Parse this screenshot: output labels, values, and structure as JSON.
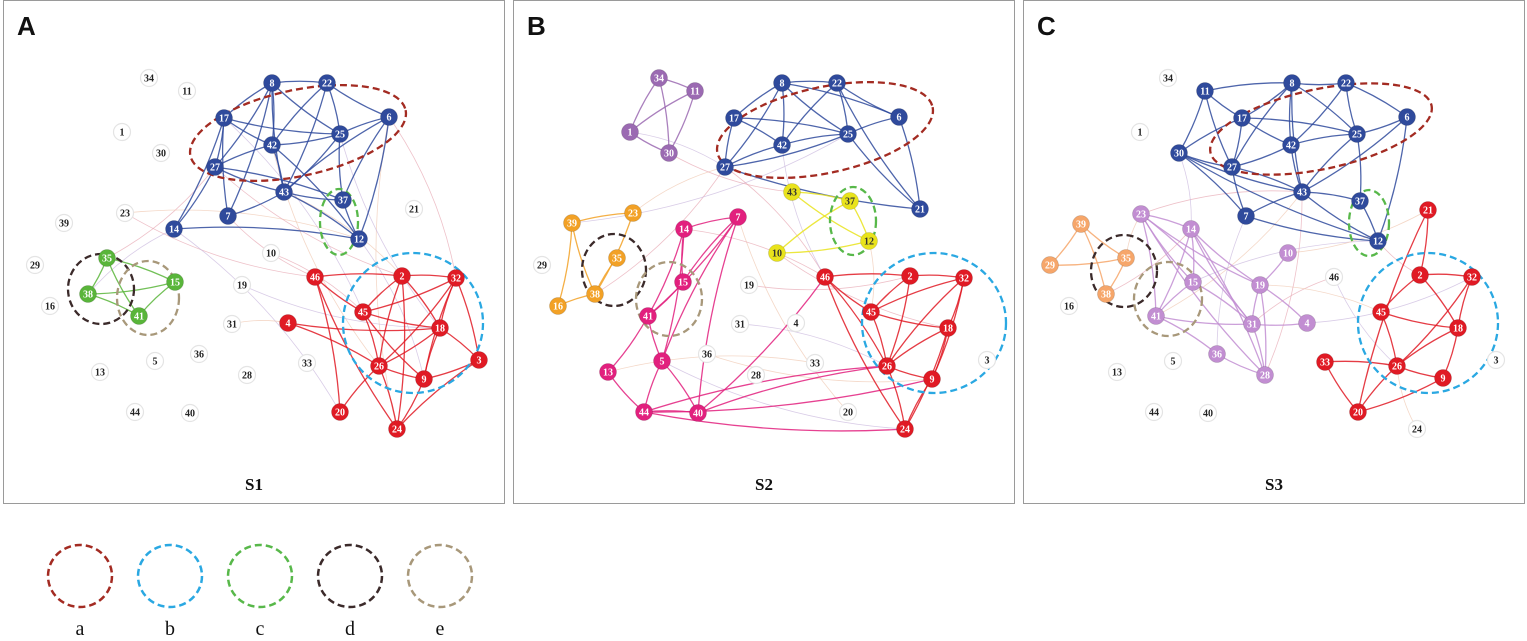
{
  "colors": {
    "blue": "#2f4a9c",
    "red": "#e01a24",
    "green": "#59b53a",
    "purple": "#9b6ab2",
    "orange": "#f2a126",
    "magenta": "#e2207e",
    "yellow": "#e9e31c",
    "lilac": "#c28ed2",
    "peach": "#f6a66a",
    "white": "#ffffff",
    "ring_a": "#a32b22",
    "ring_b": "#2aa8e2",
    "ring_c": "#58b84a",
    "ring_d": "#3b2a2a",
    "ring_e": "#a8987a"
  },
  "legend": [
    {
      "key": "a",
      "label": "a",
      "color": "#a32b22"
    },
    {
      "key": "b",
      "label": "b",
      "color": "#2aa8e2"
    },
    {
      "key": "c",
      "label": "c",
      "color": "#58b84a"
    },
    {
      "key": "d",
      "label": "d",
      "color": "#3b2a2a"
    },
    {
      "key": "e",
      "label": "e",
      "color": "#a8987a"
    }
  ],
  "panels": [
    {
      "id": "A",
      "letter": "A",
      "subtitle": "S1",
      "groups": {
        "blue": [
          "8",
          "22",
          "17",
          "42",
          "25",
          "6",
          "27",
          "43",
          "37",
          "14",
          "7",
          "12"
        ],
        "red": [
          "46",
          "2",
          "32",
          "4",
          "45",
          "18",
          "26",
          "9",
          "3",
          "20",
          "24"
        ],
        "green": [
          "35",
          "15",
          "38",
          "41"
        ]
      },
      "edges": {
        "blue": [
          [
            "8",
            "22"
          ],
          [
            "8",
            "17"
          ],
          [
            "8",
            "42"
          ],
          [
            "8",
            "25"
          ],
          [
            "8",
            "27"
          ],
          [
            "8",
            "43"
          ],
          [
            "8",
            "7"
          ],
          [
            "22",
            "42"
          ],
          [
            "22",
            "25"
          ],
          [
            "22",
            "6"
          ],
          [
            "22",
            "43"
          ],
          [
            "17",
            "42"
          ],
          [
            "17",
            "27"
          ],
          [
            "17",
            "7"
          ],
          [
            "17",
            "14"
          ],
          [
            "42",
            "25"
          ],
          [
            "42",
            "43"
          ],
          [
            "42",
            "27"
          ],
          [
            "25",
            "6"
          ],
          [
            "25",
            "37"
          ],
          [
            "25",
            "43"
          ],
          [
            "6",
            "43"
          ],
          [
            "6",
            "12"
          ],
          [
            "27",
            "43"
          ],
          [
            "27",
            "14"
          ],
          [
            "43",
            "37"
          ],
          [
            "43",
            "12"
          ],
          [
            "37",
            "12"
          ],
          [
            "14",
            "12"
          ],
          [
            "7",
            "43"
          ],
          [
            "27",
            "37"
          ],
          [
            "17",
            "25"
          ],
          [
            "42",
            "12"
          ],
          [
            "6",
            "37"
          ]
        ],
        "red": [
          [
            "46",
            "2"
          ],
          [
            "46",
            "45"
          ],
          [
            "46",
            "20"
          ],
          [
            "46",
            "24"
          ],
          [
            "2",
            "32"
          ],
          [
            "2",
            "45"
          ],
          [
            "2",
            "18"
          ],
          [
            "2",
            "26"
          ],
          [
            "32",
            "45"
          ],
          [
            "32",
            "18"
          ],
          [
            "32",
            "26"
          ],
          [
            "32",
            "9"
          ],
          [
            "32",
            "3"
          ],
          [
            "45",
            "18"
          ],
          [
            "45",
            "26"
          ],
          [
            "45",
            "9"
          ],
          [
            "18",
            "26"
          ],
          [
            "18",
            "9"
          ],
          [
            "18",
            "3"
          ],
          [
            "26",
            "9"
          ],
          [
            "26",
            "24"
          ],
          [
            "9",
            "3"
          ],
          [
            "9",
            "24"
          ],
          [
            "3",
            "24"
          ],
          [
            "4",
            "26"
          ],
          [
            "4",
            "18"
          ],
          [
            "20",
            "26"
          ],
          [
            "24",
            "2"
          ]
        ],
        "green": [
          [
            "35",
            "38"
          ],
          [
            "35",
            "41"
          ],
          [
            "35",
            "15"
          ],
          [
            "38",
            "15"
          ],
          [
            "38",
            "41"
          ],
          [
            "15",
            "41"
          ]
        ]
      },
      "rings": [
        {
          "key": "a",
          "color": "#a32b22"
        },
        {
          "key": "b",
          "color": "#2aa8e2"
        },
        {
          "key": "c",
          "color": "#58b84a"
        },
        {
          "key": "d",
          "color": "#3b2a2a"
        },
        {
          "key": "e",
          "color": "#a8987a"
        }
      ]
    },
    {
      "id": "B",
      "letter": "B",
      "subtitle": "S2",
      "groups": {
        "purple": [
          "34",
          "11",
          "1",
          "30"
        ],
        "blue": [
          "8",
          "22",
          "17",
          "42",
          "25",
          "6",
          "27",
          "21"
        ],
        "orange": [
          "39",
          "23",
          "35",
          "38",
          "16"
        ],
        "magenta": [
          "14",
          "7",
          "15",
          "41",
          "5",
          "13",
          "44",
          "40"
        ],
        "yellow": [
          "43",
          "37",
          "10",
          "12"
        ],
        "red": [
          "46",
          "2",
          "32",
          "45",
          "18",
          "26",
          "9",
          "24"
        ]
      },
      "edges": {
        "purple": [
          [
            "34",
            "11"
          ],
          [
            "34",
            "1"
          ],
          [
            "34",
            "30"
          ],
          [
            "11",
            "1"
          ],
          [
            "11",
            "30"
          ],
          [
            "1",
            "30"
          ]
        ],
        "blue": [
          [
            "8",
            "22"
          ],
          [
            "8",
            "17"
          ],
          [
            "8",
            "42"
          ],
          [
            "8",
            "25"
          ],
          [
            "8",
            "27"
          ],
          [
            "22",
            "42"
          ],
          [
            "22",
            "25"
          ],
          [
            "22",
            "6"
          ],
          [
            "17",
            "42"
          ],
          [
            "17",
            "27"
          ],
          [
            "42",
            "25"
          ],
          [
            "42",
            "27"
          ],
          [
            "25",
            "6"
          ],
          [
            "25",
            "21"
          ],
          [
            "6",
            "21"
          ],
          [
            "27",
            "25"
          ],
          [
            "8",
            "6"
          ],
          [
            "22",
            "21"
          ],
          [
            "17",
            "25"
          ],
          [
            "27",
            "21"
          ]
        ],
        "orange": [
          [
            "39",
            "23"
          ],
          [
            "39",
            "38"
          ],
          [
            "39",
            "16"
          ],
          [
            "35",
            "38"
          ],
          [
            "23",
            "38"
          ],
          [
            "38",
            "16"
          ]
        ],
        "magenta": [
          [
            "14",
            "7"
          ],
          [
            "14",
            "15"
          ],
          [
            "14",
            "41"
          ],
          [
            "7",
            "15"
          ],
          [
            "7",
            "41"
          ],
          [
            "7",
            "40"
          ],
          [
            "15",
            "41"
          ],
          [
            "41",
            "5"
          ],
          [
            "41",
            "13"
          ],
          [
            "5",
            "44"
          ],
          [
            "5",
            "40"
          ],
          [
            "13",
            "44"
          ],
          [
            "44",
            "40"
          ],
          [
            "7",
            "5"
          ],
          [
            "14",
            "5"
          ],
          [
            "44",
            "24"
          ],
          [
            "44",
            "26"
          ],
          [
            "44",
            "9"
          ],
          [
            "40",
            "26"
          ],
          [
            "40",
            "46"
          ]
        ],
        "yellow": [
          [
            "43",
            "37"
          ],
          [
            "43",
            "12"
          ],
          [
            "37",
            "12"
          ],
          [
            "10",
            "12"
          ],
          [
            "10",
            "37"
          ]
        ],
        "red": [
          [
            "46",
            "2"
          ],
          [
            "46",
            "45"
          ],
          [
            "46",
            "26"
          ],
          [
            "46",
            "24"
          ],
          [
            "2",
            "32"
          ],
          [
            "2",
            "45"
          ],
          [
            "2",
            "26"
          ],
          [
            "32",
            "45"
          ],
          [
            "32",
            "18"
          ],
          [
            "32",
            "26"
          ],
          [
            "32",
            "9"
          ],
          [
            "45",
            "18"
          ],
          [
            "45",
            "26"
          ],
          [
            "18",
            "26"
          ],
          [
            "18",
            "9"
          ],
          [
            "26",
            "9"
          ],
          [
            "26",
            "24"
          ],
          [
            "9",
            "24"
          ],
          [
            "18",
            "24"
          ]
        ]
      },
      "rings": [
        {
          "key": "a",
          "color": "#a32b22"
        },
        {
          "key": "b",
          "color": "#2aa8e2"
        },
        {
          "key": "c",
          "color": "#58b84a"
        },
        {
          "key": "d",
          "color": "#3b2a2a"
        },
        {
          "key": "e",
          "color": "#a8987a"
        }
      ]
    },
    {
      "id": "C",
      "letter": "C",
      "subtitle": "S3",
      "groups": {
        "blue": [
          "11",
          "8",
          "22",
          "17",
          "42",
          "25",
          "6",
          "30",
          "27",
          "43",
          "37",
          "7",
          "12"
        ],
        "peach": [
          "39",
          "29",
          "35",
          "38"
        ],
        "lilac": [
          "23",
          "14",
          "10",
          "15",
          "19",
          "41",
          "31",
          "4",
          "36",
          "28"
        ],
        "red": [
          "21",
          "2",
          "32",
          "45",
          "18",
          "33",
          "26",
          "9",
          "20"
        ]
      },
      "edges": {
        "blue": [
          [
            "11",
            "8"
          ],
          [
            "11",
            "17"
          ],
          [
            "11",
            "30"
          ],
          [
            "8",
            "22"
          ],
          [
            "8",
            "17"
          ],
          [
            "8",
            "42"
          ],
          [
            "8",
            "25"
          ],
          [
            "8",
            "27"
          ],
          [
            "22",
            "42"
          ],
          [
            "22",
            "25"
          ],
          [
            "22",
            "6"
          ],
          [
            "17",
            "42"
          ],
          [
            "17",
            "27"
          ],
          [
            "17",
            "30"
          ],
          [
            "42",
            "25"
          ],
          [
            "42",
            "43"
          ],
          [
            "42",
            "27"
          ],
          [
            "25",
            "6"
          ],
          [
            "25",
            "37"
          ],
          [
            "25",
            "43"
          ],
          [
            "6",
            "12"
          ],
          [
            "30",
            "27"
          ],
          [
            "30",
            "7"
          ],
          [
            "30",
            "43"
          ],
          [
            "27",
            "43"
          ],
          [
            "27",
            "7"
          ],
          [
            "43",
            "37"
          ],
          [
            "43",
            "12"
          ],
          [
            "37",
            "12"
          ],
          [
            "7",
            "12"
          ],
          [
            "7",
            "43"
          ],
          [
            "11",
            "27"
          ],
          [
            "17",
            "25"
          ],
          [
            "8",
            "43"
          ],
          [
            "6",
            "43"
          ],
          [
            "30",
            "12"
          ]
        ],
        "peach": [
          [
            "39",
            "29"
          ],
          [
            "39",
            "35"
          ],
          [
            "39",
            "38"
          ],
          [
            "29",
            "35"
          ],
          [
            "35",
            "38"
          ]
        ],
        "lilac": [
          [
            "23",
            "14"
          ],
          [
            "23",
            "15"
          ],
          [
            "23",
            "41"
          ],
          [
            "23",
            "19"
          ],
          [
            "14",
            "15"
          ],
          [
            "14",
            "19"
          ],
          [
            "14",
            "41"
          ],
          [
            "14",
            "31"
          ],
          [
            "14",
            "28"
          ],
          [
            "15",
            "41"
          ],
          [
            "15",
            "31"
          ],
          [
            "19",
            "31"
          ],
          [
            "19",
            "28"
          ],
          [
            "41",
            "31"
          ],
          [
            "41",
            "36"
          ],
          [
            "31",
            "4"
          ],
          [
            "31",
            "28"
          ],
          [
            "36",
            "28"
          ],
          [
            "10",
            "19"
          ],
          [
            "4",
            "19"
          ],
          [
            "23",
            "31"
          ],
          [
            "23",
            "28"
          ]
        ],
        "red": [
          [
            "21",
            "2"
          ],
          [
            "21",
            "20"
          ],
          [
            "2",
            "32"
          ],
          [
            "2",
            "45"
          ],
          [
            "2",
            "18"
          ],
          [
            "32",
            "18"
          ],
          [
            "32",
            "26"
          ],
          [
            "45",
            "18"
          ],
          [
            "45",
            "26"
          ],
          [
            "18",
            "26"
          ],
          [
            "18",
            "9"
          ],
          [
            "26",
            "9"
          ],
          [
            "33",
            "26"
          ],
          [
            "33",
            "20"
          ],
          [
            "9",
            "20"
          ],
          [
            "26",
            "20"
          ]
        ]
      },
      "rings": [
        {
          "key": "a",
          "color": "#a32b22"
        },
        {
          "key": "b",
          "color": "#2aa8e2"
        },
        {
          "key": "c",
          "color": "#58b84a"
        },
        {
          "key": "d",
          "color": "#3b2a2a"
        },
        {
          "key": "e",
          "color": "#a8987a"
        }
      ]
    }
  ]
}
